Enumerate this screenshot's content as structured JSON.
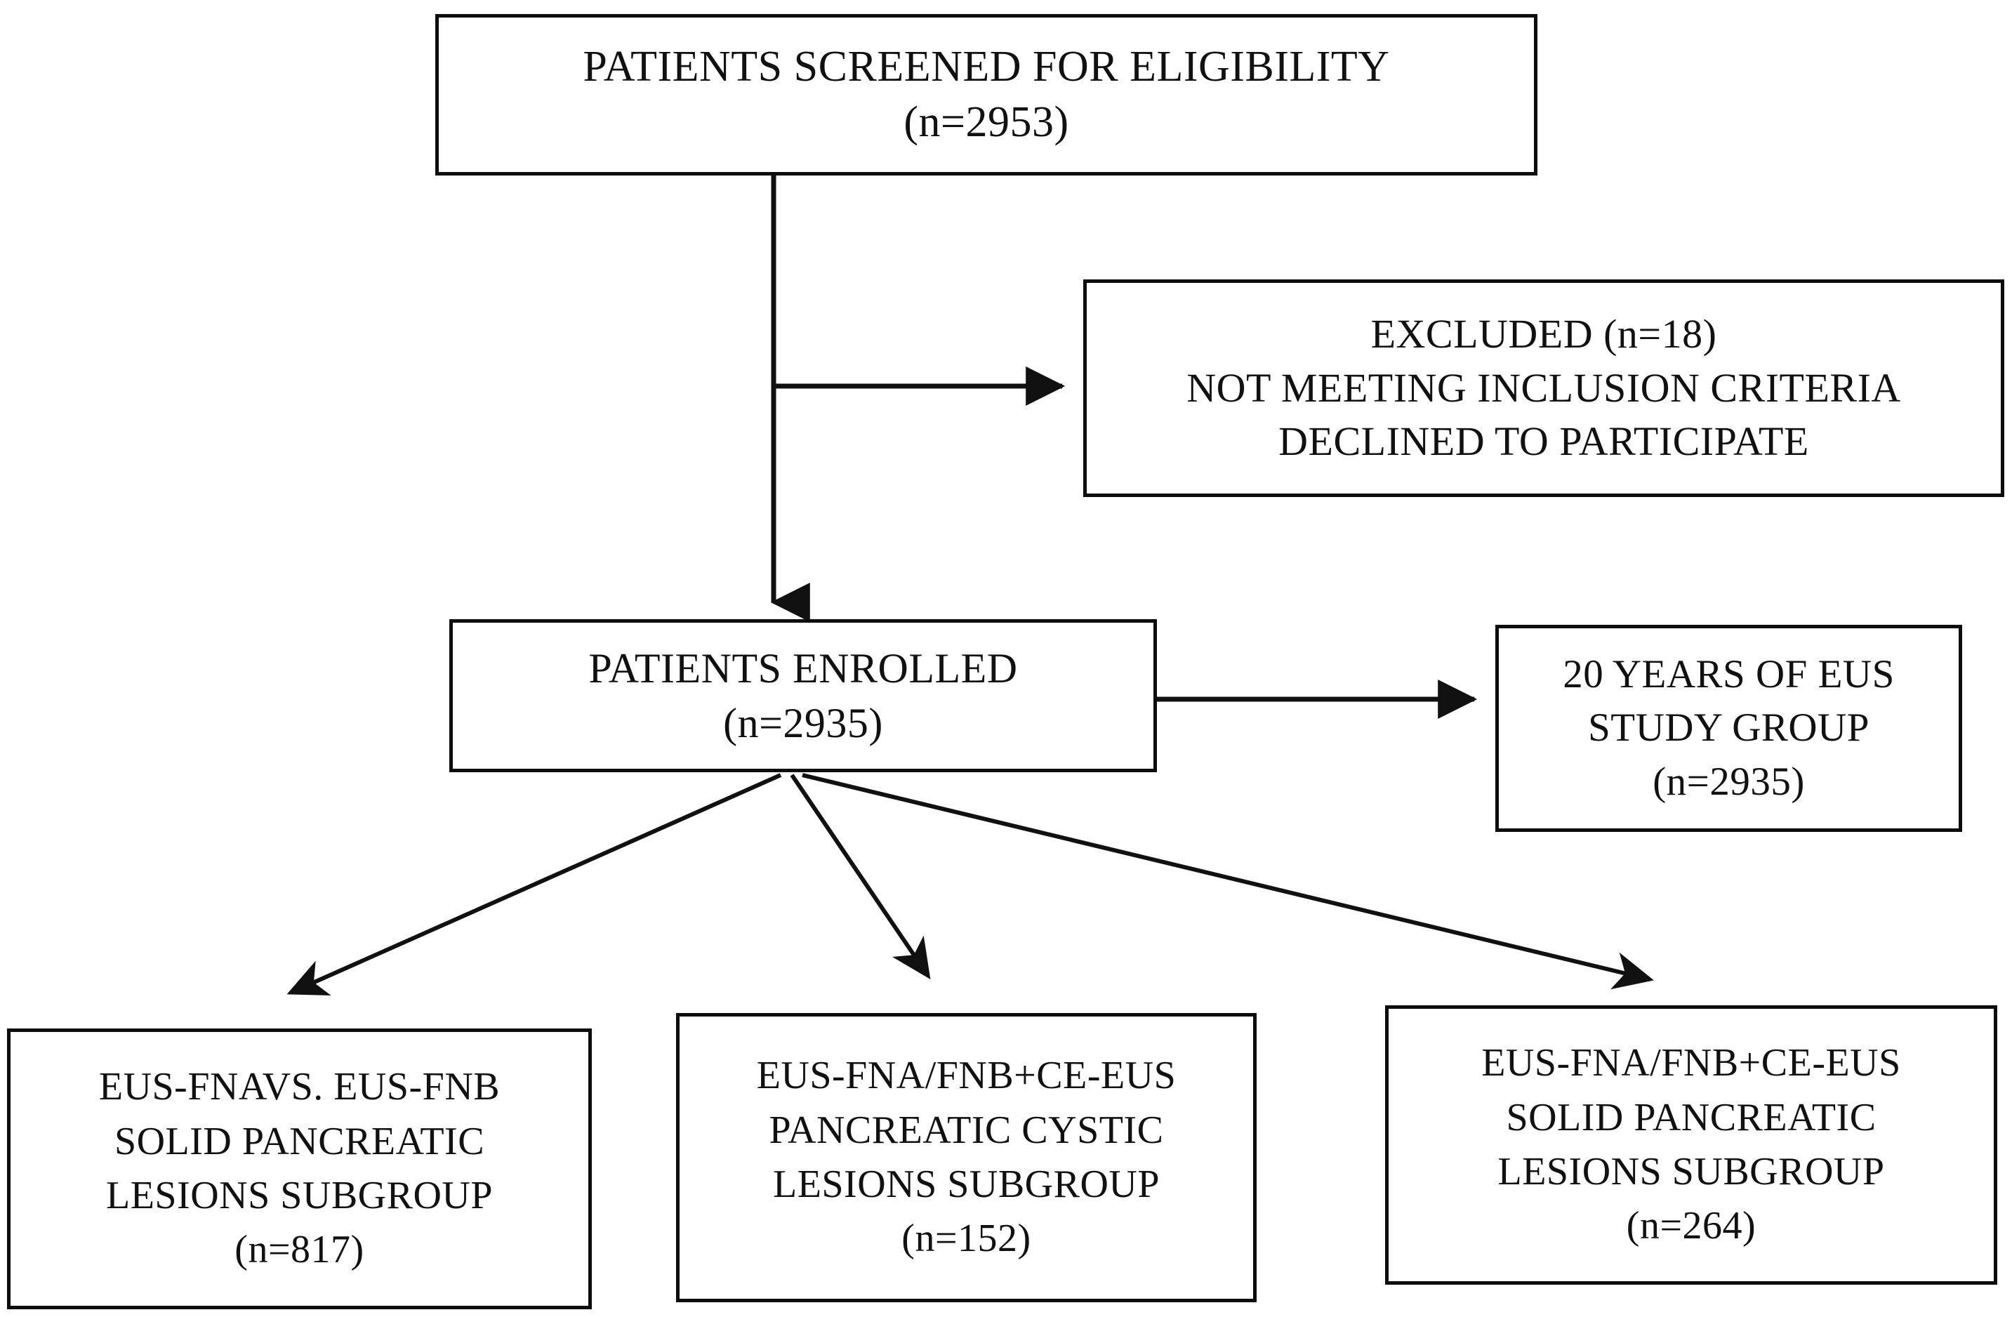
{
  "diagram": {
    "title": "Patient enrollment flow diagram",
    "colors": {
      "box_border": "#0d0d0d",
      "box_fill": "#ffffff",
      "text": "#111111",
      "connector": "#1a1a1a"
    },
    "boxes": [
      {
        "id": "screened",
        "name": "patients-screened-box",
        "lines": [
          "PATIENTS SCREENED FOR ELIGIBILITY",
          "(n=2953)"
        ],
        "count": "2953"
      },
      {
        "id": "excluded",
        "name": "excluded-box",
        "lines": [
          "EXCLUDED (n=18)",
          "NOT MEETING INCLUSION CRITERIA",
          "DECLINED TO PARTICIPATE"
        ],
        "count": "18"
      },
      {
        "id": "enrolled",
        "name": "patients-enrolled-box",
        "lines": [
          "PATIENTS ENROLLED",
          "(n=2935)"
        ],
        "count": "2935"
      },
      {
        "id": "studygroup",
        "name": "eus-study-group-box",
        "lines": [
          "20 YEARS OF EUS",
          "STUDY GROUP",
          "(n=2935)"
        ],
        "count": "2935"
      },
      {
        "id": "sub_fna_fnb",
        "name": "subgroup-fna-vs-fnb-box",
        "lines": [
          "EUS-FNAVS. EUS-FNB",
          "SOLID PANCREATIC",
          "LESIONS SUBGROUP",
          "(n=817)"
        ],
        "count": "817"
      },
      {
        "id": "sub_cystic",
        "name": "subgroup-pancreatic-cystic-box",
        "lines": [
          "EUS-FNA/FNB+CE-EUS",
          "PANCREATIC CYSTIC",
          "LESIONS SUBGROUP",
          "(n=152)"
        ],
        "count": "152"
      },
      {
        "id": "sub_solid",
        "name": "subgroup-solid-pancreatic-box",
        "lines": [
          "EUS-FNA/FNB+CE-EUS",
          "SOLID PANCREATIC",
          "LESIONS SUBGROUP",
          "(n=264)"
        ],
        "count": "264"
      }
    ],
    "connectors": [
      {
        "name": "arrow-screened-to-enrolled",
        "from": "screened",
        "to": "enrolled",
        "kind": "vertical-arrow"
      },
      {
        "name": "arrow-screened-to-excluded",
        "from": "screened",
        "to": "excluded",
        "kind": "elbow-arrow"
      },
      {
        "name": "arrow-enrolled-to-study-group",
        "from": "enrolled",
        "to": "studygroup",
        "kind": "horizontal-arrow"
      },
      {
        "name": "arrow-enrolled-to-subgroup-fna-fnb",
        "from": "enrolled",
        "to": "sub_fna_fnb",
        "kind": "diagonal-arrow"
      },
      {
        "name": "arrow-enrolled-to-subgroup-cystic",
        "from": "enrolled",
        "to": "sub_cystic",
        "kind": "diagonal-arrow"
      },
      {
        "name": "arrow-enrolled-to-subgroup-solid",
        "from": "enrolled",
        "to": "sub_solid",
        "kind": "diagonal-arrow"
      }
    ]
  }
}
